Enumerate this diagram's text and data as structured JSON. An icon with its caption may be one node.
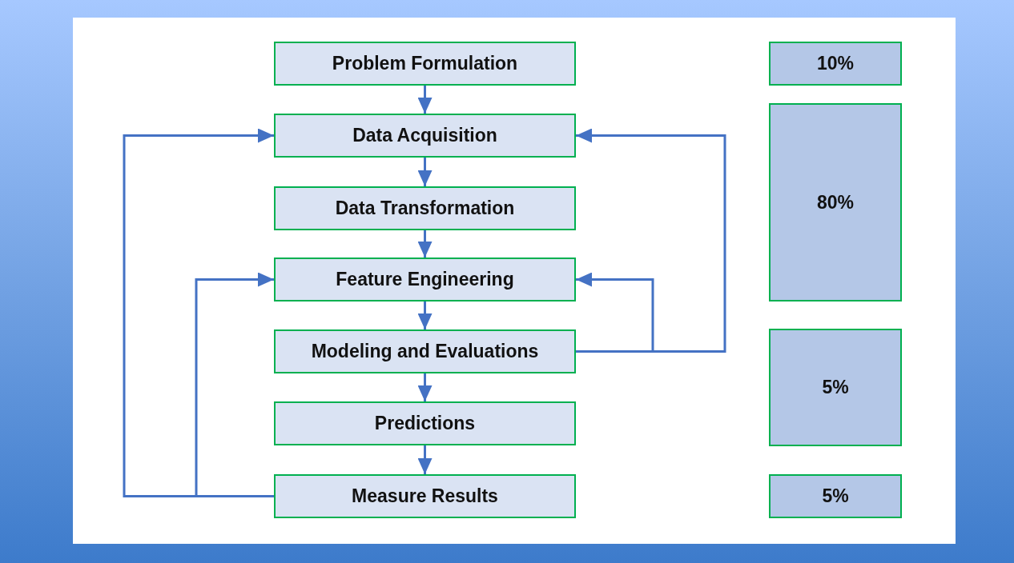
{
  "diagram": {
    "nodes": [
      {
        "text": [
          "Problem Formulation"
        ]
      },
      {
        "text": [
          "10%"
        ]
      },
      {
        "text": [
          "Data Acquisition"
        ]
      },
      {
        "text": [
          "80%"
        ]
      },
      {
        "text": [
          "Data Transformation"
        ]
      },
      {
        "text": [
          "Feature Engineering"
        ]
      },
      {
        "text": [
          "Modeling and Evaluations"
        ]
      },
      {
        "text": [
          "5%"
        ]
      },
      {
        "text": [
          "Predictions"
        ]
      },
      {
        "text": [
          "Measure Results"
        ]
      },
      {
        "text": [
          "5%"
        ]
      }
    ],
    "edges": [
      {
        "from": 0,
        "to": 2,
        "arrow": "to"
      },
      {
        "from": 2,
        "to": 4,
        "arrow": "to"
      },
      {
        "from": 4,
        "to": 5,
        "arrow": "to"
      },
      {
        "from": 5,
        "to": 6,
        "arrow": "to"
      },
      {
        "from": 6,
        "to": 8,
        "arrow": "to"
      },
      {
        "from": 8,
        "to": 9,
        "arrow": "to"
      },
      {
        "from": 9,
        "to": 2,
        "arrow": "to"
      },
      {
        "from": 9,
        "to": 5,
        "arrow": "to"
      },
      {
        "from": 6,
        "to": 2,
        "arrow": "to"
      },
      {
        "from": 6,
        "to": 5,
        "arrow": "to"
      }
    ]
  }
}
